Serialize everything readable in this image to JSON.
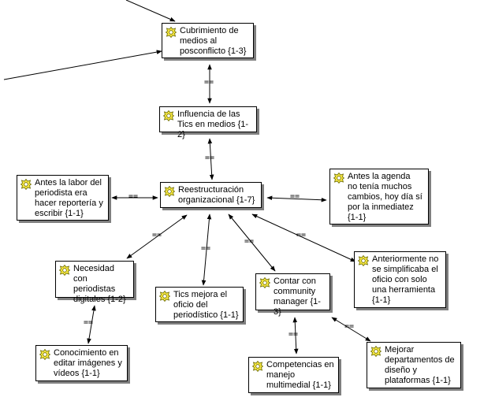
{
  "colors": {
    "icon_fill": "#f5e642",
    "icon_ring": "#6a6a00",
    "line": "#000000",
    "shadow": "#7f7f7f"
  },
  "relation_symbol": "==",
  "nodes": {
    "cubrimiento": {
      "icon": "code-quote-icon",
      "label": "Cubrimiento de\nmedios al\nposconflicto {1-3}"
    },
    "influencia": {
      "icon": "code-quote-icon",
      "label": "Influencia de las\nTics en medios {1-2}"
    },
    "reestructuracion": {
      "icon": "code-quote-icon",
      "label": "Reestructuración\norganizacional {1-7}"
    },
    "antes_labor": {
      "icon": "code-quote-icon",
      "label": "Antes la labor del\nperiodista era\nhacer reportería y\nescribir {1-1}"
    },
    "antes_agenda": {
      "icon": "code-quote-icon",
      "label": "Antes la agenda\nno tenía muchos\ncambios, hoy día sí\npor la inmediatez\n{1-1}"
    },
    "necesidad": {
      "icon": "code-quote-icon",
      "label": "Necesidad con\nperiodistas\ndigitales {1-2}"
    },
    "tics_mejora": {
      "icon": "code-quote-icon",
      "label": "Tics mejora el\noficio del\nperiodístico {1-1}"
    },
    "community": {
      "icon": "code-quote-icon",
      "label": "Contar con\ncommunity\nmanager {1-3}"
    },
    "anteriormente": {
      "icon": "code-quote-icon",
      "label": "Anteriormente no\nse simplificaba el\noficio con solo\nuna herramienta\n{1-1}"
    },
    "conocimiento": {
      "icon": "code-quote-icon",
      "label": "Conocimiento en\neditar imágenes y\nvídeos {1-1}"
    },
    "competencias": {
      "icon": "code-quote-icon",
      "label": "Competencias en\nmanejo\nmultimedial {1-1}"
    },
    "mejorar": {
      "icon": "code-quote-icon",
      "label": "Mejorar\ndepartamentos de\ndiseño y\nplataformas {1-1}"
    }
  }
}
